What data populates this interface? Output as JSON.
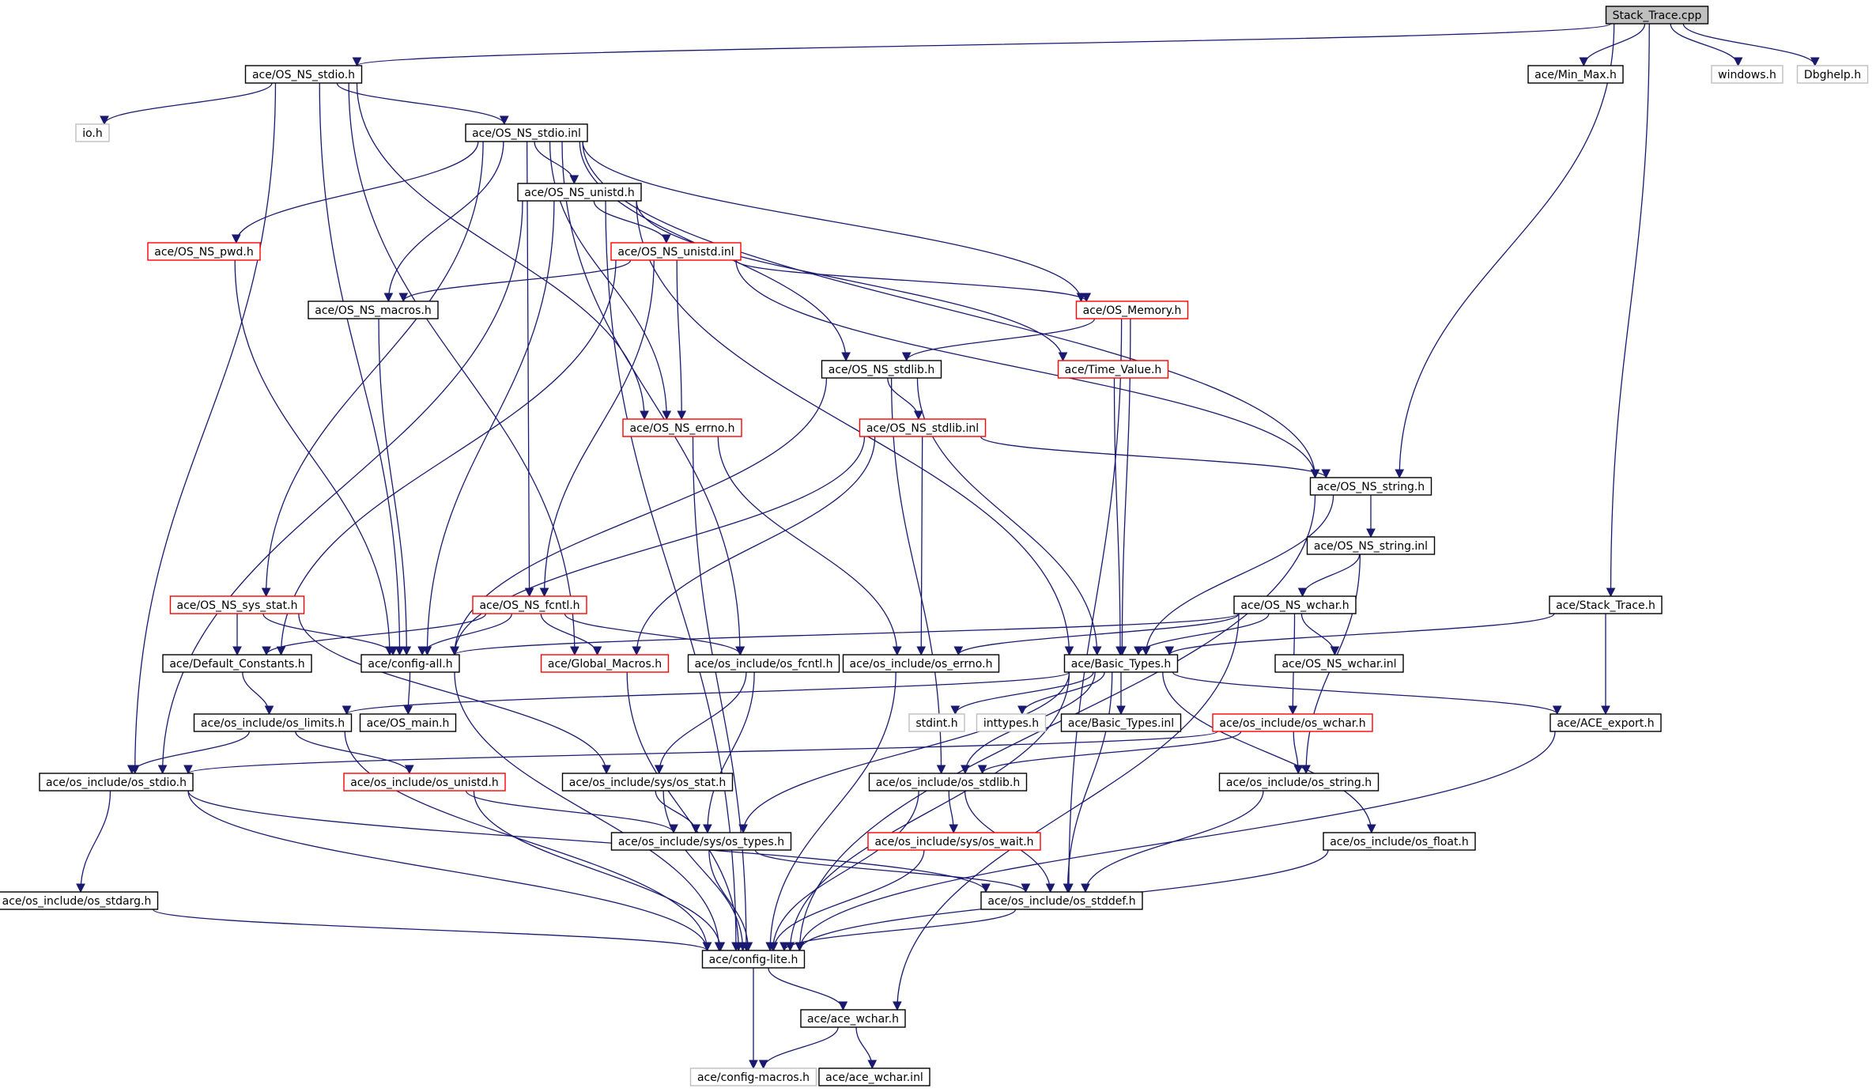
{
  "graph": {
    "colors": {
      "edge": "#191970",
      "box_border": "#000000",
      "missing_border": "#ff0000",
      "external_border": "#bfbfbf",
      "root_fill": "#bfbfbf"
    },
    "nodes": [
      {
        "id": "stack_trace_cpp",
        "label": "Stack_Trace.cpp",
        "kind": "root"
      },
      {
        "id": "os_ns_stdio_h",
        "label": "ace/OS_NS_stdio.h",
        "kind": "normal"
      },
      {
        "id": "min_max_h",
        "label": "ace/Min_Max.h",
        "kind": "normal"
      },
      {
        "id": "windows_h",
        "label": "windows.h",
        "kind": "external"
      },
      {
        "id": "dbghelp_h",
        "label": "Dbghelp.h",
        "kind": "external"
      },
      {
        "id": "io_h",
        "label": "io.h",
        "kind": "external"
      },
      {
        "id": "os_ns_stdio_inl",
        "label": "ace/OS_NS_stdio.inl",
        "kind": "normal"
      },
      {
        "id": "os_ns_unistd_h",
        "label": "ace/OS_NS_unistd.h",
        "kind": "normal"
      },
      {
        "id": "os_ns_pwd_h",
        "label": "ace/OS_NS_pwd.h",
        "kind": "missing"
      },
      {
        "id": "os_ns_unistd_inl",
        "label": "ace/OS_NS_unistd.inl",
        "kind": "missing"
      },
      {
        "id": "os_ns_macros_h",
        "label": "ace/OS_NS_macros.h",
        "kind": "normal"
      },
      {
        "id": "os_memory_h",
        "label": "ace/OS_Memory.h",
        "kind": "missing"
      },
      {
        "id": "os_ns_stdlib_h",
        "label": "ace/OS_NS_stdlib.h",
        "kind": "normal"
      },
      {
        "id": "time_value_h",
        "label": "ace/Time_Value.h",
        "kind": "missing"
      },
      {
        "id": "os_ns_errno_h",
        "label": "ace/OS_NS_errno.h",
        "kind": "missing"
      },
      {
        "id": "os_ns_stdlib_inl",
        "label": "ace/OS_NS_stdlib.inl",
        "kind": "missing"
      },
      {
        "id": "os_ns_string_h",
        "label": "ace/OS_NS_string.h",
        "kind": "normal"
      },
      {
        "id": "os_ns_string_inl",
        "label": "ace/OS_NS_string.inl",
        "kind": "normal"
      },
      {
        "id": "os_ns_sys_stat_h",
        "label": "ace/OS_NS_sys_stat.h",
        "kind": "missing"
      },
      {
        "id": "os_ns_fcntl_h",
        "label": "ace/OS_NS_fcntl.h",
        "kind": "missing"
      },
      {
        "id": "os_ns_wchar_h",
        "label": "ace/OS_NS_wchar.h",
        "kind": "normal"
      },
      {
        "id": "stack_trace_h",
        "label": "ace/Stack_Trace.h",
        "kind": "normal"
      },
      {
        "id": "default_constants_h",
        "label": "ace/Default_Constants.h",
        "kind": "normal"
      },
      {
        "id": "config_all_h",
        "label": "ace/config-all.h",
        "kind": "normal"
      },
      {
        "id": "global_macros_h",
        "label": "ace/Global_Macros.h",
        "kind": "missing"
      },
      {
        "id": "os_fcntl_h",
        "label": "ace/os_include/os_fcntl.h",
        "kind": "normal"
      },
      {
        "id": "os_errno_h",
        "label": "ace/os_include/os_errno.h",
        "kind": "normal"
      },
      {
        "id": "basic_types_h",
        "label": "ace/Basic_Types.h",
        "kind": "normal"
      },
      {
        "id": "os_ns_wchar_inl",
        "label": "ace/OS_NS_wchar.inl",
        "kind": "normal"
      },
      {
        "id": "os_limits_h",
        "label": "ace/os_include/os_limits.h",
        "kind": "normal"
      },
      {
        "id": "os_main_h",
        "label": "ace/OS_main.h",
        "kind": "normal"
      },
      {
        "id": "stdint_h",
        "label": "stdint.h",
        "kind": "external"
      },
      {
        "id": "inttypes_h",
        "label": "inttypes.h",
        "kind": "external"
      },
      {
        "id": "basic_types_inl",
        "label": "ace/Basic_Types.inl",
        "kind": "normal"
      },
      {
        "id": "os_wchar_h",
        "label": "ace/os_include/os_wchar.h",
        "kind": "missing"
      },
      {
        "id": "ace_export_h",
        "label": "ace/ACE_export.h",
        "kind": "normal"
      },
      {
        "id": "os_stdio_h",
        "label": "ace/os_include/os_stdio.h",
        "kind": "normal"
      },
      {
        "id": "os_unistd_h",
        "label": "ace/os_include/os_unistd.h",
        "kind": "missing"
      },
      {
        "id": "sys_os_stat_h",
        "label": "ace/os_include/sys/os_stat.h",
        "kind": "normal"
      },
      {
        "id": "os_stdlib_h",
        "label": "ace/os_include/os_stdlib.h",
        "kind": "normal"
      },
      {
        "id": "os_string_h",
        "label": "ace/os_include/os_string.h",
        "kind": "normal"
      },
      {
        "id": "sys_os_types_h",
        "label": "ace/os_include/sys/os_types.h",
        "kind": "normal"
      },
      {
        "id": "sys_os_wait_h",
        "label": "ace/os_include/sys/os_wait.h",
        "kind": "missing"
      },
      {
        "id": "os_float_h",
        "label": "ace/os_include/os_float.h",
        "kind": "normal"
      },
      {
        "id": "os_stdarg_h",
        "label": "ace/os_include/os_stdarg.h",
        "kind": "normal"
      },
      {
        "id": "os_stddef_h",
        "label": "ace/os_include/os_stddef.h",
        "kind": "normal"
      },
      {
        "id": "config_lite_h",
        "label": "ace/config-lite.h",
        "kind": "normal"
      },
      {
        "id": "ace_wchar_h",
        "label": "ace/ace_wchar.h",
        "kind": "normal"
      },
      {
        "id": "config_macros_h",
        "label": "ace/config-macros.h",
        "kind": "external"
      },
      {
        "id": "ace_wchar_inl",
        "label": "ace/ace_wchar.inl",
        "kind": "normal"
      }
    ],
    "edges": [
      [
        "stack_trace_cpp",
        "os_ns_stdio_h"
      ],
      [
        "stack_trace_cpp",
        "min_max_h"
      ],
      [
        "stack_trace_cpp",
        "windows_h"
      ],
      [
        "stack_trace_cpp",
        "dbghelp_h"
      ],
      [
        "stack_trace_cpp",
        "os_ns_string_h"
      ],
      [
        "stack_trace_cpp",
        "stack_trace_h"
      ],
      [
        "os_ns_stdio_h",
        "io_h"
      ],
      [
        "os_ns_stdio_h",
        "os_ns_stdio_inl"
      ],
      [
        "os_ns_stdio_h",
        "os_stdio_h"
      ],
      [
        "os_ns_stdio_h",
        "config_all_h"
      ],
      [
        "os_ns_stdio_h",
        "global_macros_h"
      ],
      [
        "os_ns_stdio_h",
        "os_ns_errno_h"
      ],
      [
        "os_ns_stdio_inl",
        "os_ns_unistd_h"
      ],
      [
        "os_ns_stdio_inl",
        "os_ns_pwd_h"
      ],
      [
        "os_ns_stdio_inl",
        "os_ns_macros_h"
      ],
      [
        "os_ns_stdio_inl",
        "os_memory_h"
      ],
      [
        "os_ns_stdio_inl",
        "os_ns_stdlib_h"
      ],
      [
        "os_ns_stdio_inl",
        "os_ns_errno_h"
      ],
      [
        "os_ns_stdio_inl",
        "os_ns_string_h"
      ],
      [
        "os_ns_stdio_inl",
        "os_ns_sys_stat_h"
      ],
      [
        "os_ns_stdio_inl",
        "os_ns_fcntl_h"
      ],
      [
        "os_ns_stdio_inl",
        "os_fcntl_h"
      ],
      [
        "os_ns_unistd_h",
        "os_ns_unistd_inl"
      ],
      [
        "os_ns_unistd_h",
        "time_value_h"
      ],
      [
        "os_ns_unistd_h",
        "basic_types_h"
      ],
      [
        "os_ns_unistd_h",
        "config_all_h"
      ],
      [
        "os_ns_unistd_h",
        "os_stdio_h"
      ],
      [
        "os_ns_unistd_h",
        "config_lite_h"
      ],
      [
        "os_ns_pwd_h",
        "config_all_h"
      ],
      [
        "os_ns_unistd_inl",
        "os_ns_macros_h"
      ],
      [
        "os_ns_unistd_inl",
        "os_memory_h"
      ],
      [
        "os_ns_unistd_inl",
        "os_ns_errno_h"
      ],
      [
        "os_ns_unistd_inl",
        "os_ns_string_h"
      ],
      [
        "os_ns_unistd_inl",
        "os_ns_fcntl_h"
      ],
      [
        "os_ns_unistd_inl",
        "default_constants_h"
      ],
      [
        "os_ns_macros_h",
        "config_all_h"
      ],
      [
        "os_memory_h",
        "os_ns_stdlib_h"
      ],
      [
        "os_memory_h",
        "basic_types_h"
      ],
      [
        "os_memory_h",
        "os_stddef_h"
      ],
      [
        "os_ns_stdlib_h",
        "os_ns_stdlib_inl"
      ],
      [
        "os_ns_stdlib_h",
        "basic_types_h"
      ],
      [
        "os_ns_stdlib_h",
        "config_all_h"
      ],
      [
        "os_ns_stdlib_h",
        "os_stdlib_h"
      ],
      [
        "time_value_h",
        "basic_types_h"
      ],
      [
        "os_ns_errno_h",
        "os_errno_h"
      ],
      [
        "os_ns_errno_h",
        "config_lite_h"
      ],
      [
        "os_ns_stdlib_inl",
        "os_ns_string_h"
      ],
      [
        "os_ns_stdlib_inl",
        "config_all_h"
      ],
      [
        "os_ns_stdlib_inl",
        "global_macros_h"
      ],
      [
        "os_ns_stdlib_inl",
        "os_errno_h"
      ],
      [
        "os_ns_string_h",
        "os_ns_string_inl"
      ],
      [
        "os_ns_string_h",
        "basic_types_h"
      ],
      [
        "os_ns_string_h",
        "config_lite_h"
      ],
      [
        "os_ns_string_inl",
        "os_ns_wchar_h"
      ],
      [
        "os_ns_string_inl",
        "os_string_h"
      ],
      [
        "os_ns_sys_stat_h",
        "default_constants_h"
      ],
      [
        "os_ns_sys_stat_h",
        "config_all_h"
      ],
      [
        "os_ns_sys_stat_h",
        "sys_os_stat_h"
      ],
      [
        "os_ns_fcntl_h",
        "config_all_h"
      ],
      [
        "os_ns_fcntl_h",
        "global_macros_h"
      ],
      [
        "os_ns_fcntl_h",
        "os_fcntl_h"
      ],
      [
        "os_ns_fcntl_h",
        "default_constants_h"
      ],
      [
        "os_ns_wchar_h",
        "config_all_h"
      ],
      [
        "os_ns_wchar_h",
        "os_errno_h"
      ],
      [
        "os_ns_wchar_h",
        "basic_types_h"
      ],
      [
        "os_ns_wchar_h",
        "os_ns_wchar_inl"
      ],
      [
        "os_ns_wchar_h",
        "os_wchar_h"
      ],
      [
        "os_ns_wchar_h",
        "ace_wchar_h"
      ],
      [
        "stack_trace_h",
        "basic_types_h"
      ],
      [
        "stack_trace_h",
        "ace_export_h"
      ],
      [
        "default_constants_h",
        "os_limits_h"
      ],
      [
        "config_all_h",
        "os_main_h"
      ],
      [
        "config_all_h",
        "config_lite_h"
      ],
      [
        "os_fcntl_h",
        "sys_os_stat_h"
      ],
      [
        "os_fcntl_h",
        "sys_os_types_h"
      ],
      [
        "os_errno_h",
        "config_lite_h"
      ],
      [
        "basic_types_h",
        "os_limits_h"
      ],
      [
        "basic_types_h",
        "stdint_h"
      ],
      [
        "basic_types_h",
        "inttypes_h"
      ],
      [
        "basic_types_h",
        "basic_types_inl"
      ],
      [
        "basic_types_h",
        "ace_export_h"
      ],
      [
        "basic_types_h",
        "os_stdlib_h"
      ],
      [
        "basic_types_h",
        "sys_os_types_h"
      ],
      [
        "basic_types_h",
        "os_float_h"
      ],
      [
        "basic_types_h",
        "os_stddef_h"
      ],
      [
        "basic_types_h",
        "config_lite_h"
      ],
      [
        "os_wchar_h",
        "os_stdio_h"
      ],
      [
        "os_wchar_h",
        "os_stdlib_h"
      ],
      [
        "os_wchar_h",
        "os_string_h"
      ],
      [
        "ace_export_h",
        "config_lite_h"
      ],
      [
        "os_limits_h",
        "os_stdio_h"
      ],
      [
        "os_limits_h",
        "os_unistd_h"
      ],
      [
        "os_limits_h",
        "config_lite_h"
      ],
      [
        "os_stdio_h",
        "os_stdarg_h"
      ],
      [
        "os_stdio_h",
        "os_stddef_h"
      ],
      [
        "os_stdio_h",
        "config_lite_h"
      ],
      [
        "os_unistd_h",
        "sys_os_types_h"
      ],
      [
        "os_unistd_h",
        "config_lite_h"
      ],
      [
        "sys_os_stat_h",
        "sys_os_types_h"
      ],
      [
        "sys_os_stat_h",
        "config_lite_h"
      ],
      [
        "os_stdlib_h",
        "sys_os_wait_h"
      ],
      [
        "os_stdlib_h",
        "os_stddef_h"
      ],
      [
        "os_stdlib_h",
        "config_lite_h"
      ],
      [
        "os_string_h",
        "os_stddef_h"
      ],
      [
        "sys_os_types_h",
        "os_stddef_h"
      ],
      [
        "sys_os_types_h",
        "config_lite_h"
      ],
      [
        "sys_os_wait_h",
        "config_lite_h"
      ],
      [
        "os_float_h",
        "config_lite_h"
      ],
      [
        "os_stdarg_h",
        "config_lite_h"
      ],
      [
        "os_stddef_h",
        "config_lite_h"
      ],
      [
        "global_macros_h",
        "config_lite_h"
      ],
      [
        "config_lite_h",
        "ace_wchar_h"
      ],
      [
        "config_lite_h",
        "config_macros_h"
      ],
      [
        "ace_wchar_h",
        "config_macros_h"
      ],
      [
        "ace_wchar_h",
        "ace_wchar_inl"
      ]
    ]
  }
}
